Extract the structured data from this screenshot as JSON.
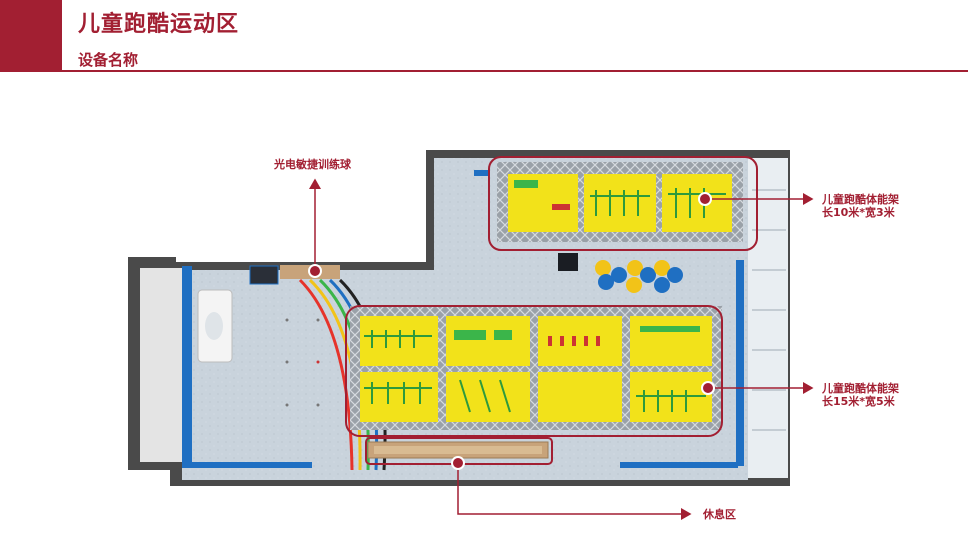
{
  "header": {
    "title": "儿童跑酷运动区",
    "subtitle": "设备名称"
  },
  "callouts": {
    "ball": "光电敏捷训练球",
    "frame_small_name": "儿童跑酷体能架",
    "frame_small_size": "长10米*宽3米",
    "frame_large_name": "儿童跑酷体能架",
    "frame_large_size": "长15米*宽5米",
    "rest_area": "休息区"
  },
  "colors": {
    "accent": "#a21f32",
    "wall": "#5a5a5a",
    "floor": "#c9d3dc",
    "blue_trim": "#1f6fc2",
    "pad_yellow": "#f2e21a",
    "truss": "#b9bfc6"
  }
}
